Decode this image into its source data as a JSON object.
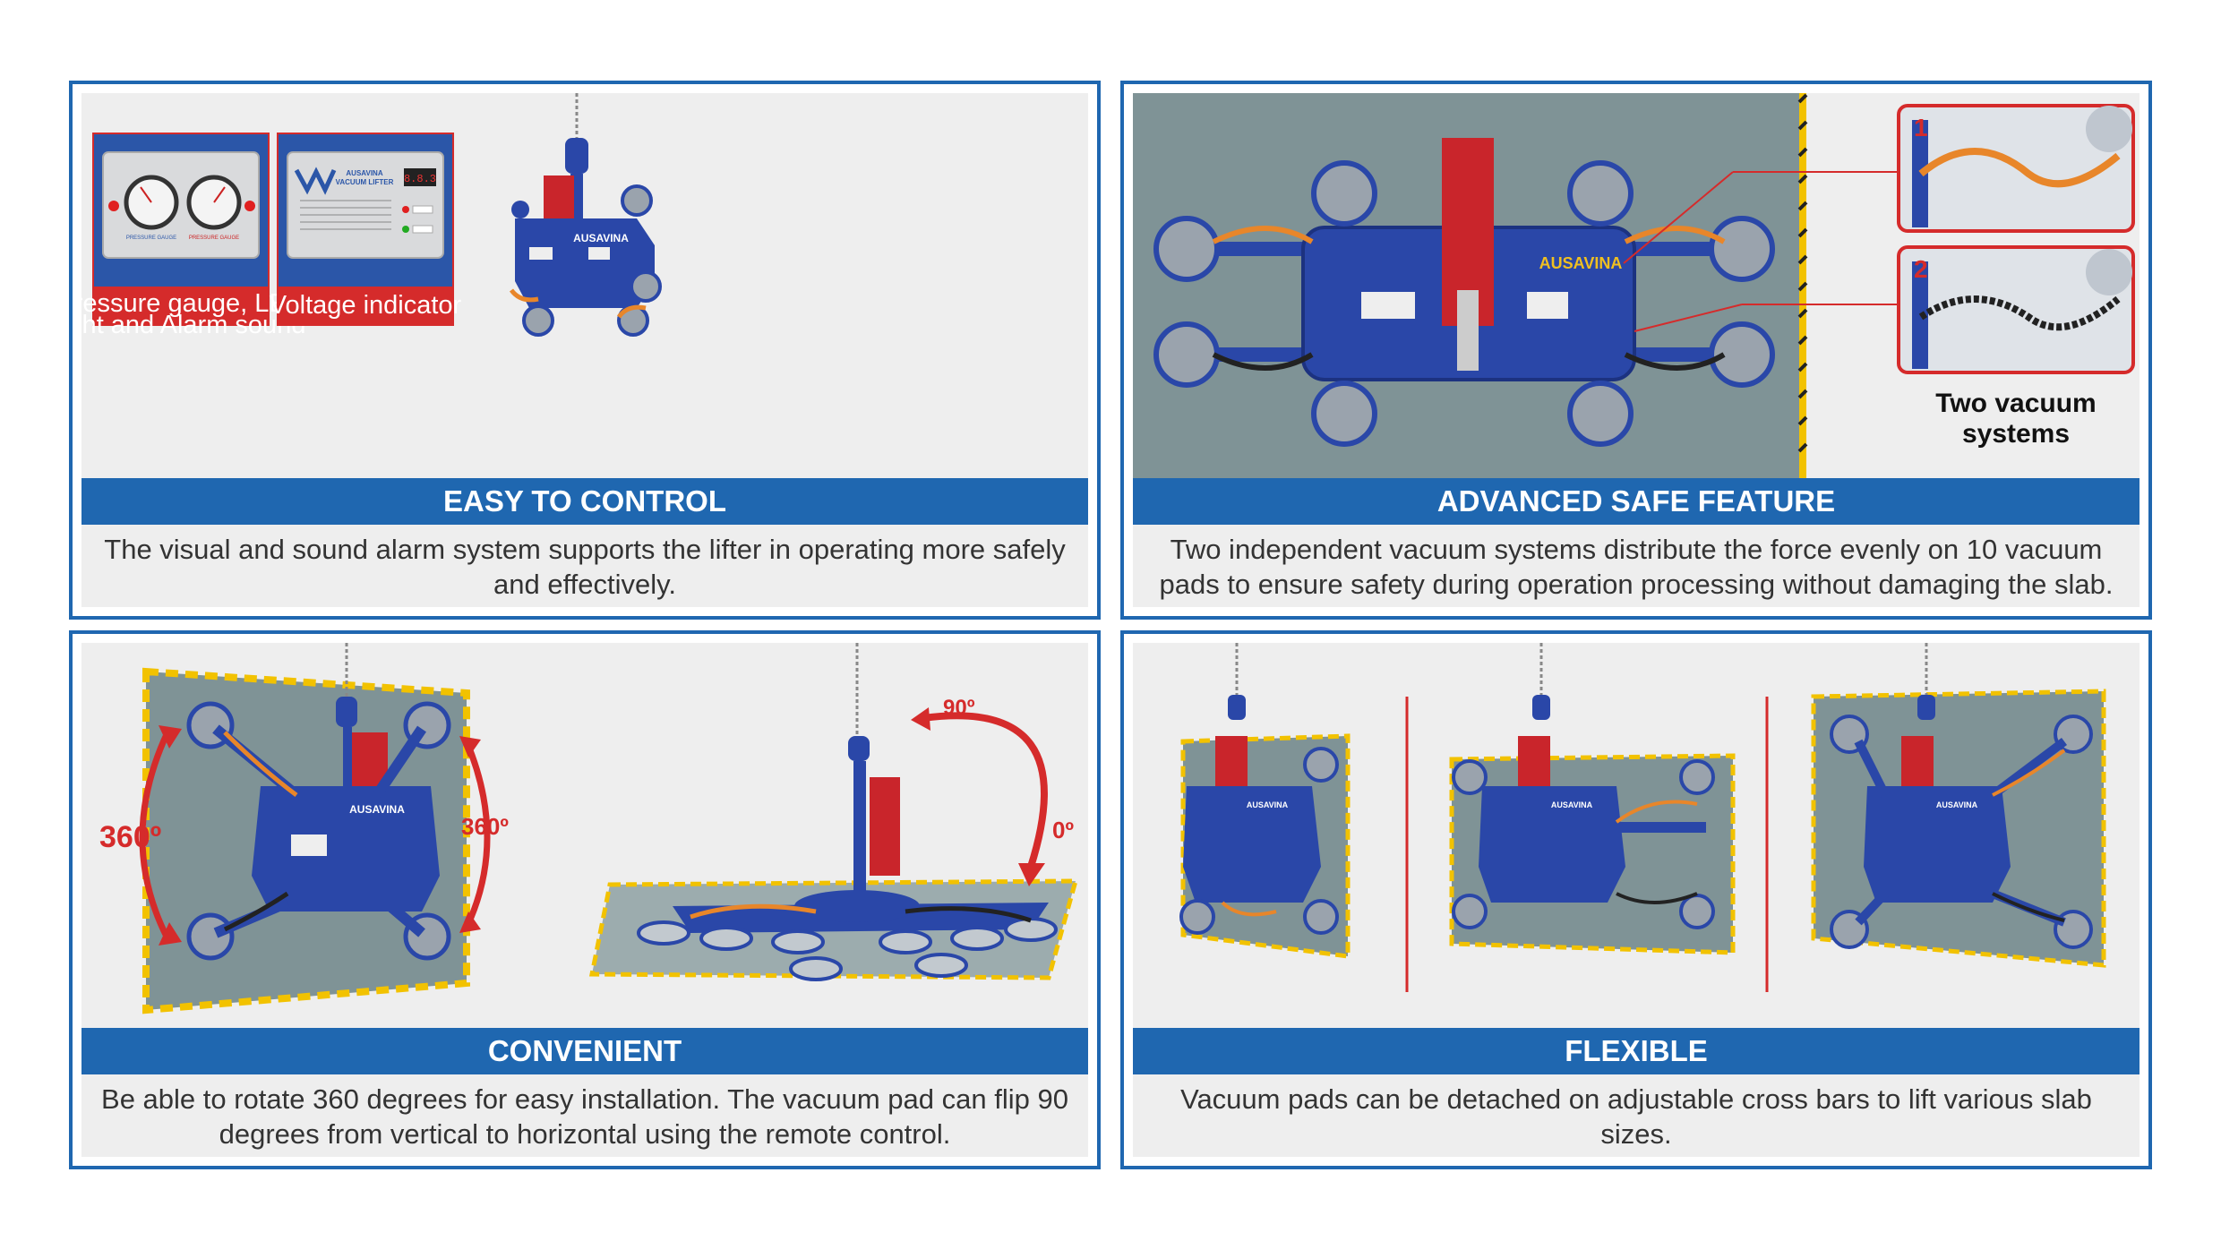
{
  "panels": [
    {
      "title": "EASY TO CONTROL",
      "description": "The visual and sound alarm system supports the lifter in operating more safely and effectively.",
      "captions": {
        "gauge_line1": "Pressure gauge, LED",
        "gauge_line2": "light and Alarm sound",
        "voltage": "Voltage indicator"
      },
      "plate": {
        "gauge1_label": "PRESSURE GAUGE",
        "gauge2_label": "PRESSURE GAUGE",
        "brand": "AUSAVINA",
        "product": "VACUUM LIFTER",
        "voltage_display": "8.8.3"
      }
    },
    {
      "title": "ADVANCED SAFE FEATURE",
      "description": "Two independent vacuum systems distribute the force evenly on 10 vacuum pads to ensure safety during operation processing without damaging the slab.",
      "callout_1": "1",
      "callout_2": "2",
      "systems_line1": "Two vacuum",
      "systems_line2": "systems",
      "brand": "AUSAVINA"
    },
    {
      "title": "CONVENIENT",
      "description": "Be able to rotate 360 degrees for easy installation. The vacuum pad can flip 90 degrees from vertical to horizontal using the remote control.",
      "rotate_left": "360º",
      "rotate_right": "360º",
      "flip_top": "90º",
      "flip_bottom": "0º",
      "brand": "AUSAVINA"
    },
    {
      "title": "FLEXIBLE",
      "description": "Vacuum pads can be detached on adjustable cross bars to lift various slab sizes.",
      "brand": "AUSAVINA"
    }
  ],
  "colors": {
    "frame_blue": "#1f67b0",
    "machine_blue": "#2a47a8",
    "accent_red": "#d52b2b",
    "panel_bg": "#eeeeee"
  }
}
